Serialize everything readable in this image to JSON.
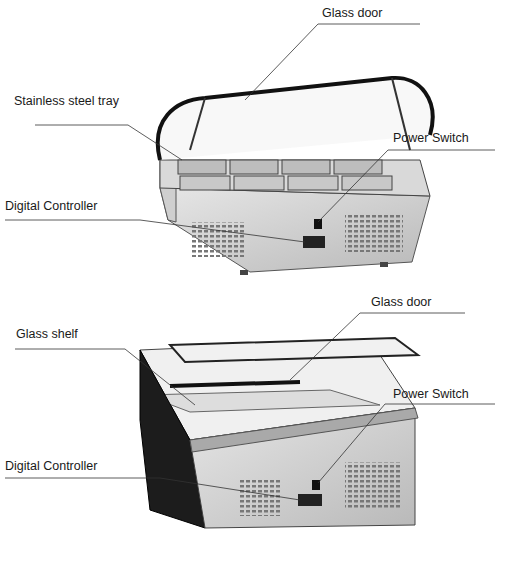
{
  "diagram": {
    "labels": [
      "Glass door",
      "Stainless steel tray",
      "Power Switch",
      "Digital Controller",
      "Glass door",
      "Glass shelf",
      "Power Switch",
      "Digital Controller"
    ]
  }
}
